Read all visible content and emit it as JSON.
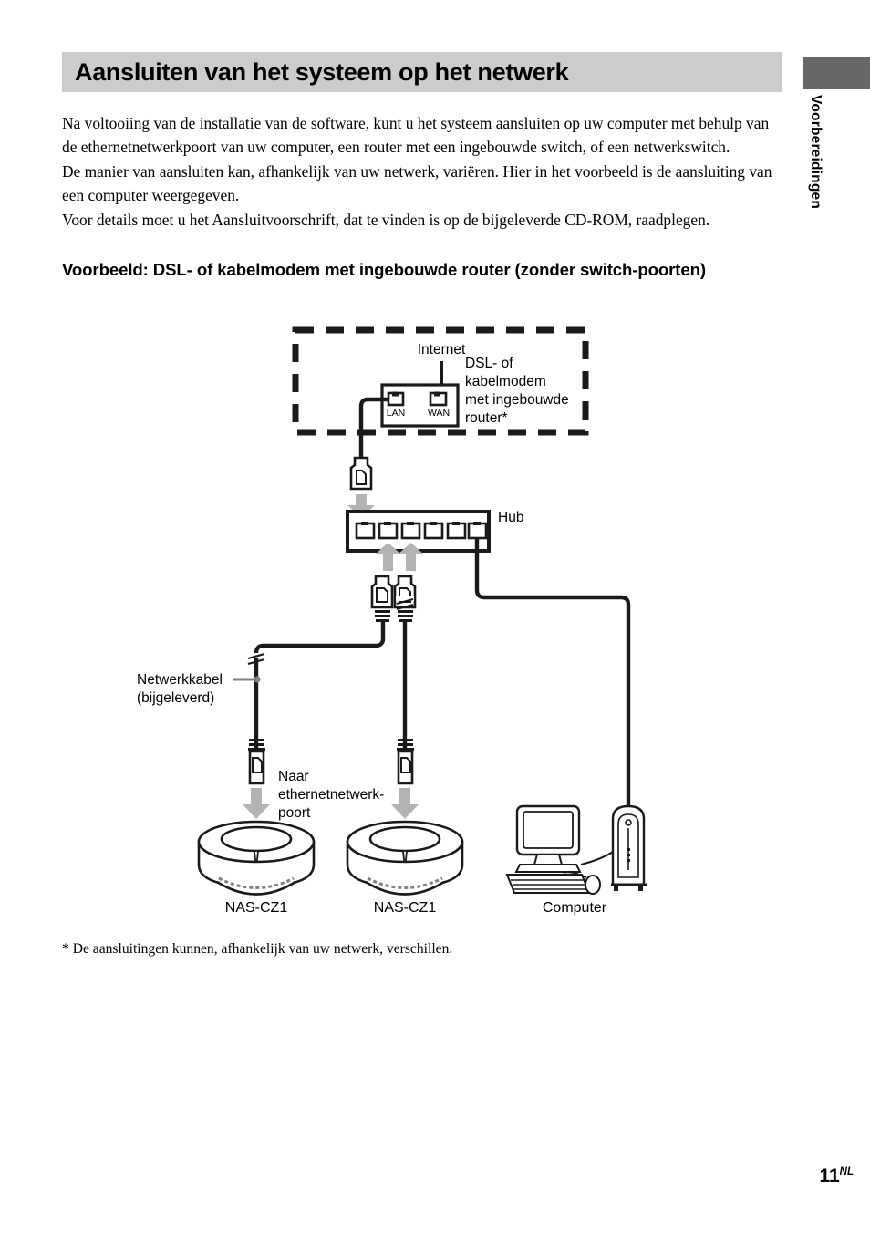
{
  "side_tab": {
    "label": "Voorbereidingen",
    "block_color": "#666666"
  },
  "heading": {
    "title": "Aansluiten van het systeem op het netwerk",
    "bar_color": "#cccccc"
  },
  "intro": {
    "paragraph_1": "Na voltooiing van de installatie van de software, kunt u het systeem aansluiten op uw computer met behulp van de ethernetnetwerkpoort van uw computer, een router met een ingebouwde switch, of een netwerkswitch.",
    "paragraph_2": "De manier van aansluiten kan, afhankelijk van uw netwerk, variëren. Hier in het voorbeeld is de aansluiting van een computer weergegeven.",
    "paragraph_3": "Voor details moet u het Aansluitvoorschrift, dat te vinden is op de bijgeleverde CD-ROM, raadplegen."
  },
  "subheading": {
    "text": "Voorbeeld: DSL- of kabelmodem met ingebouwde router (zonder switch-poorten)"
  },
  "diagram": {
    "internet_label": "Internet",
    "port_lan": "LAN",
    "port_wan": "WAN",
    "modem_caption": {
      "line1": "DSL- of",
      "line2": "kabelmodem",
      "line3": "met ingebouwde",
      "line4": "router*"
    },
    "hub_label": "Hub",
    "cable_caption": {
      "line1": "Netwerkkabel",
      "line2": "(bijgeleverd)"
    },
    "port_caption": {
      "line1": "Naar",
      "line2": "ethernetnetwerk-",
      "line3": "poort"
    },
    "device_left_label": "NAS-CZ1",
    "device_right_label": "NAS-CZ1",
    "computer_label": "Computer",
    "arrow_color": "#b3b3b3",
    "line_color": "#1a1a1a"
  },
  "footnote": {
    "text": "* De aansluitingen kunnen, afhankelijk van uw netwerk, verschillen."
  },
  "page_number": {
    "number": "11",
    "suffix": "NL"
  }
}
